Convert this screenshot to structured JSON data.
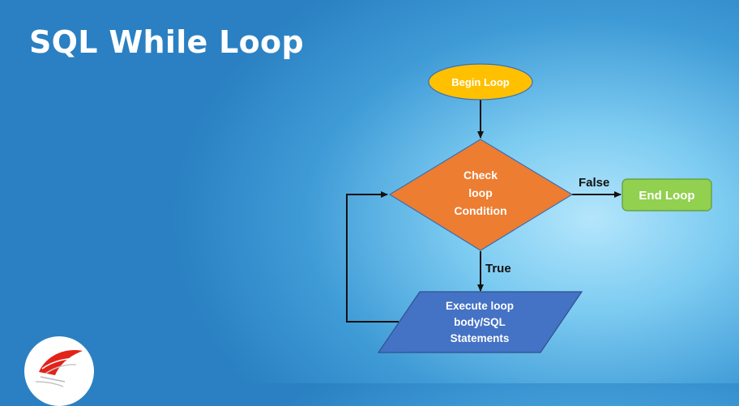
{
  "slide": {
    "title": "SQL While Loop"
  },
  "flowchart": {
    "begin": {
      "label": "Begin Loop"
    },
    "condition": {
      "line1": "Check",
      "line2": "loop",
      "line3": "Condition"
    },
    "end": {
      "label": "End Loop"
    },
    "body": {
      "line1": "Execute  loop",
      "line2": "body/SQL",
      "line3": "Statements"
    },
    "edges": {
      "false_label": "False",
      "true_label": "True"
    }
  },
  "colors": {
    "begin_fill": "#ffc000",
    "condition_fill": "#ed7d31",
    "end_fill": "#92d050",
    "body_fill": "#4472c4",
    "arrow": "#111111"
  },
  "logo": {
    "icon": "sql-server-logo-icon"
  }
}
